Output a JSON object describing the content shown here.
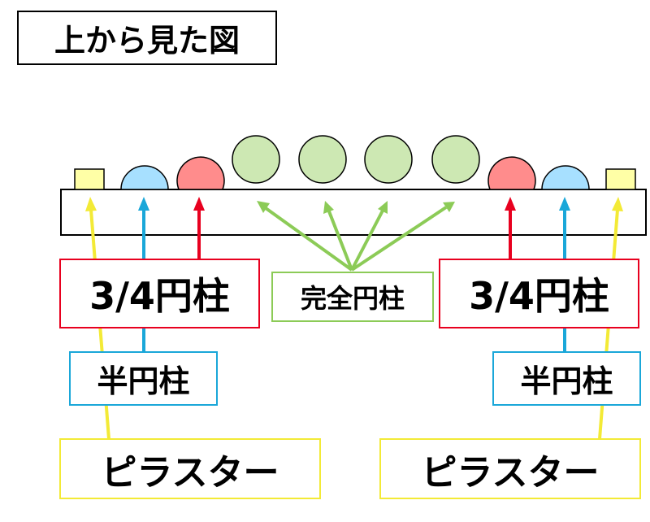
{
  "title": "上から見た図",
  "labels": {
    "three_quarter_column": "3/4円柱",
    "full_column": "完全円柱",
    "half_column": "半円柱",
    "pilaster": "ピラスター"
  },
  "colors": {
    "pilaster": "#f3ea36",
    "pilaster_fill": "#ffffa6",
    "half_column": "#1aa7d9",
    "half_column_fill": "#a7e0ff",
    "three_quarter_column": "#e8001f",
    "three_quarter_fill": "#ff8c8c",
    "full_column": "#8ccb57",
    "full_column_fill": "#cde8b3",
    "outline": "#000000"
  }
}
